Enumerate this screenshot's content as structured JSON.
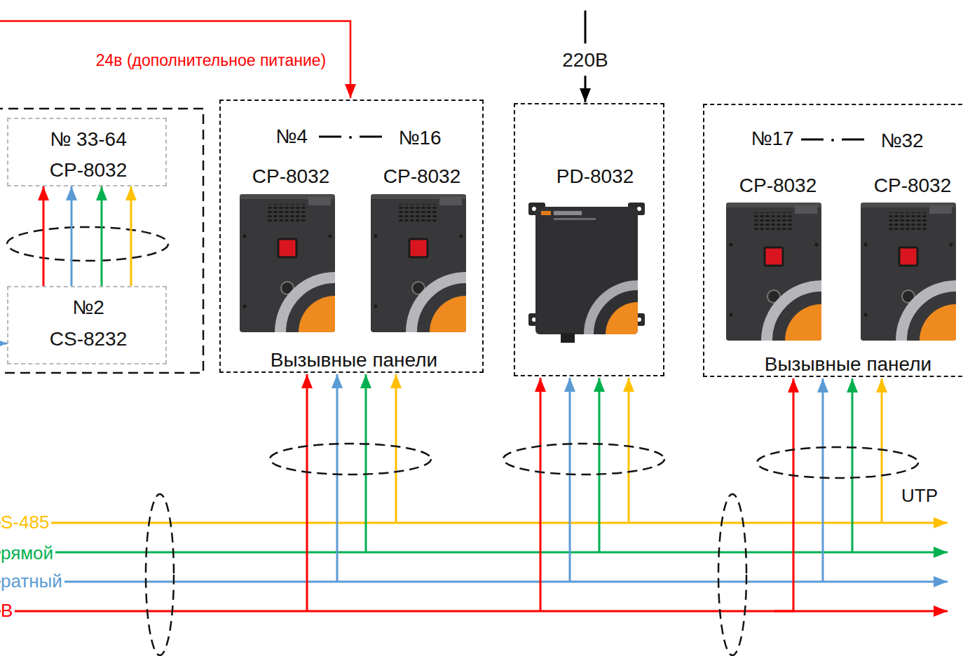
{
  "diagram": {
    "nodes": [
      {
        "text": [
          "№ 33-64",
          "CP-8032"
        ]
      },
      {
        "text": [
          "№2",
          "CS-8232"
        ]
      },
      {
        "text": [
          "№4",
          "№16",
          "Вызывные панели"
        ]
      },
      {
        "text": [
          "CP-8032"
        ],
        "in": 2
      },
      {
        "text": [
          "CP-8032"
        ],
        "in": 2
      },
      {
        "text": [
          "PD-8032"
        ]
      },
      {
        "text": [
          "№17",
          "№32",
          "Вызывные панели"
        ]
      },
      {
        "text": [
          "CP-8032"
        ],
        "in": 6
      },
      {
        "text": [
          "CP-8032"
        ],
        "in": 6
      }
    ],
    "edges": [
      {
        "from": 1,
        "to": 0,
        "arrow": "to"
      },
      {
        "from": 1,
        "to": 0,
        "arrow": "to"
      },
      {
        "from": 1,
        "to": 0,
        "arrow": "to"
      },
      {
        "from": 1,
        "to": 0,
        "arrow": "to"
      }
    ],
    "labels": [
      "24в (дополнительное питание)",
      "220В",
      "S-485",
      "рямой",
      "ратный",
      "В",
      "UTP"
    ]
  }
}
